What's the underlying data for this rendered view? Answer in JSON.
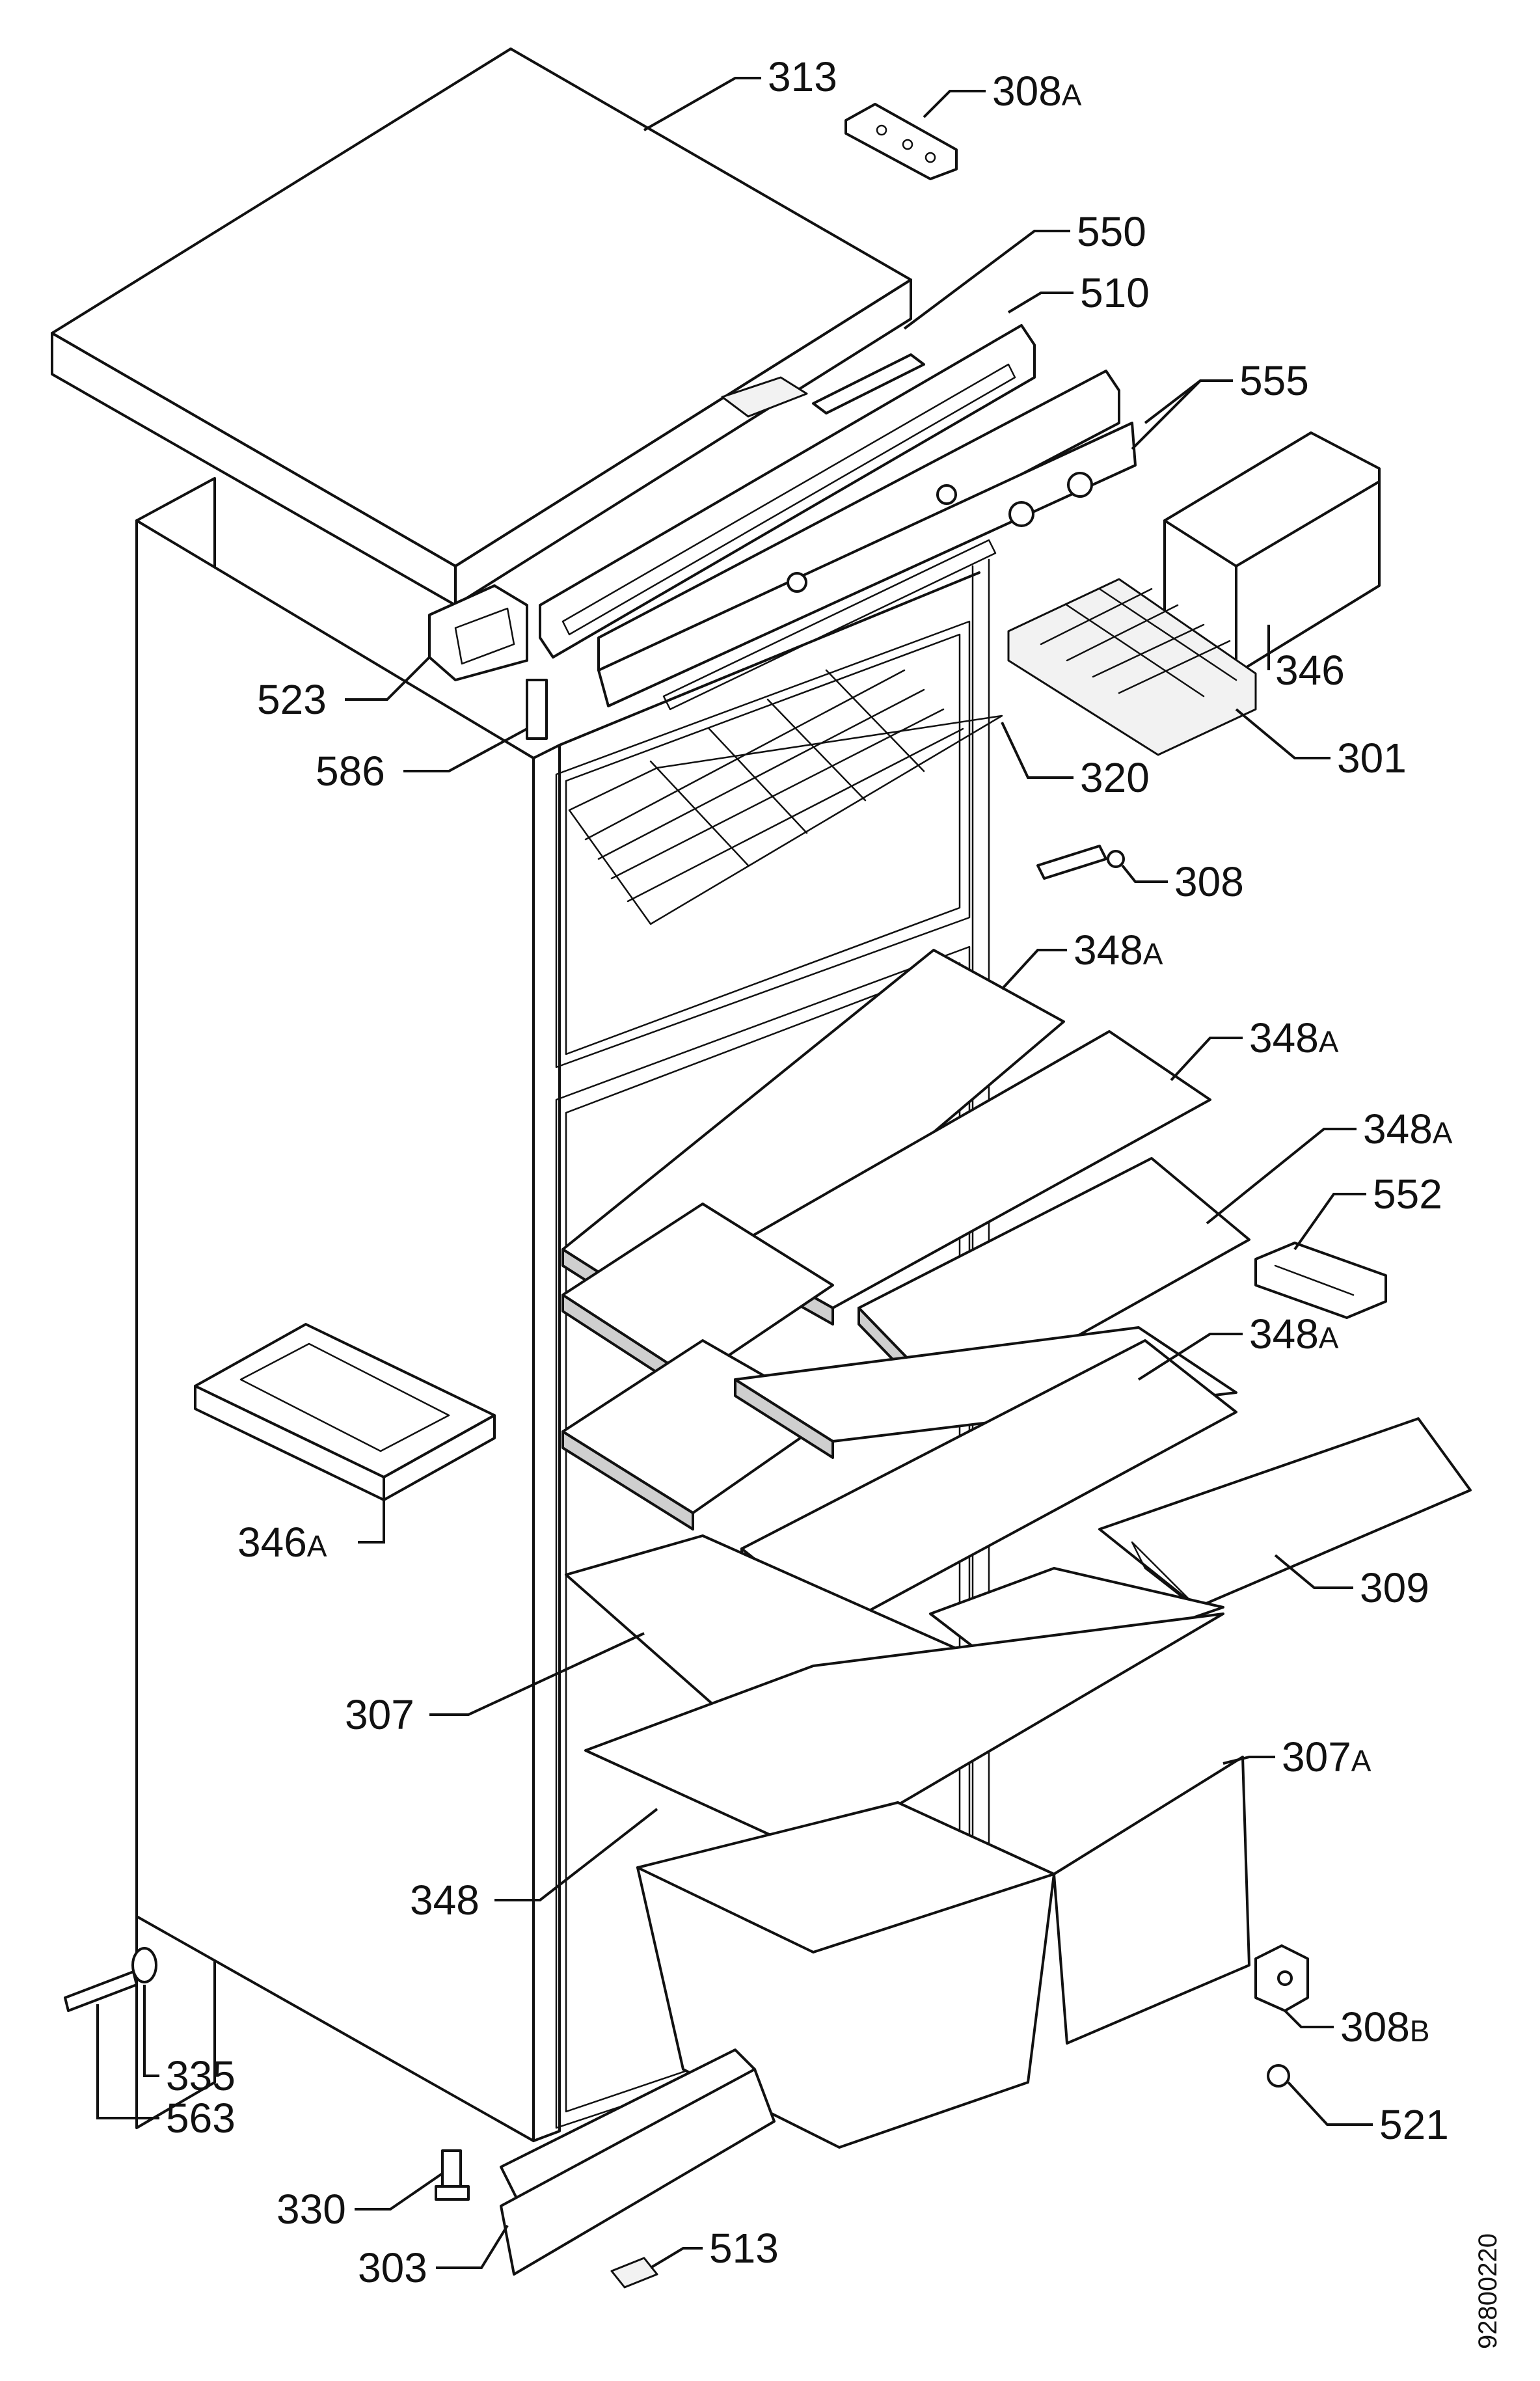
{
  "diagram": {
    "drawing_number": "92800220",
    "callouts": [
      {
        "id": "313",
        "num": "313",
        "suffix": ""
      },
      {
        "id": "308A",
        "num": "308",
        "suffix": "A"
      },
      {
        "id": "550",
        "num": "550",
        "suffix": ""
      },
      {
        "id": "510",
        "num": "510",
        "suffix": ""
      },
      {
        "id": "555",
        "num": "555",
        "suffix": ""
      },
      {
        "id": "346",
        "num": "346",
        "suffix": ""
      },
      {
        "id": "301",
        "num": "301",
        "suffix": ""
      },
      {
        "id": "523",
        "num": "523",
        "suffix": ""
      },
      {
        "id": "586",
        "num": "586",
        "suffix": ""
      },
      {
        "id": "320",
        "num": "320",
        "suffix": ""
      },
      {
        "id": "308",
        "num": "308",
        "suffix": ""
      },
      {
        "id": "348A-1",
        "num": "348",
        "suffix": "A"
      },
      {
        "id": "348A-2",
        "num": "348",
        "suffix": "A"
      },
      {
        "id": "348A-3",
        "num": "348",
        "suffix": "A"
      },
      {
        "id": "552",
        "num": "552",
        "suffix": ""
      },
      {
        "id": "348A-4",
        "num": "348",
        "suffix": "A"
      },
      {
        "id": "346A",
        "num": "346",
        "suffix": "A"
      },
      {
        "id": "309",
        "num": "309",
        "suffix": ""
      },
      {
        "id": "307",
        "num": "307",
        "suffix": ""
      },
      {
        "id": "307A",
        "num": "307",
        "suffix": "A"
      },
      {
        "id": "348",
        "num": "348",
        "suffix": ""
      },
      {
        "id": "335",
        "num": "335",
        "suffix": ""
      },
      {
        "id": "563",
        "num": "563",
        "suffix": ""
      },
      {
        "id": "308B",
        "num": "308",
        "suffix": "B"
      },
      {
        "id": "521",
        "num": "521",
        "suffix": ""
      },
      {
        "id": "330",
        "num": "330",
        "suffix": ""
      },
      {
        "id": "303",
        "num": "303",
        "suffix": ""
      },
      {
        "id": "513",
        "num": "513",
        "suffix": ""
      }
    ]
  }
}
